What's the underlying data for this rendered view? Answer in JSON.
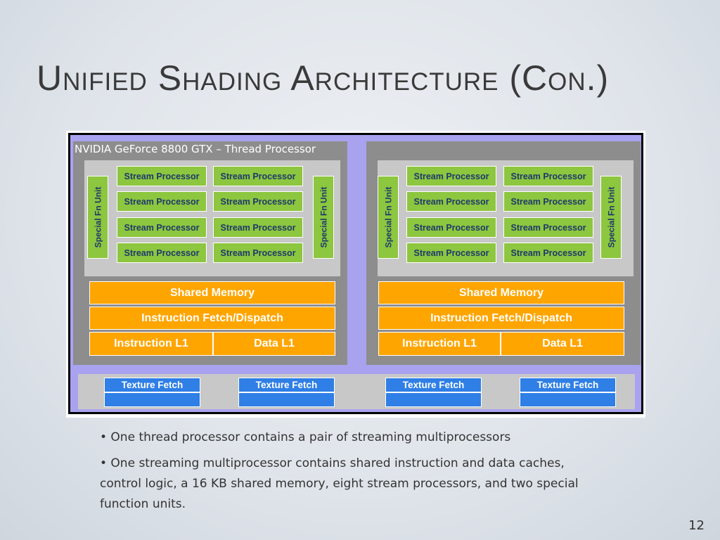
{
  "slide": {
    "title": "Unified Shading Architecture (Con.)",
    "page_number": "12"
  },
  "diagram": {
    "caption": "NVIDIA GeForce 8800 GTX – Thread Processor",
    "multiprocessors": [
      {
        "special_fn_units": [
          "Special Fn Unit",
          "Special Fn Unit"
        ],
        "stream_processors": [
          "Stream Processor",
          "Stream Processor",
          "Stream Processor",
          "Stream Processor",
          "Stream Processor",
          "Stream Processor",
          "Stream Processor",
          "Stream Processor"
        ],
        "shared_memory": "Shared Memory",
        "instruction_fetch": "Instruction Fetch/Dispatch",
        "instruction_l1": "Instruction L1",
        "data_l1": "Data L1"
      },
      {
        "special_fn_units": [
          "Special Fn Unit",
          "Special Fn Unit"
        ],
        "stream_processors": [
          "Stream Processor",
          "Stream Processor",
          "Stream Processor",
          "Stream Processor",
          "Stream Processor",
          "Stream Processor",
          "Stream Processor",
          "Stream Processor"
        ],
        "shared_memory": "Shared Memory",
        "instruction_fetch": "Instruction Fetch/Dispatch",
        "instruction_l1": "Instruction L1",
        "data_l1": "Data L1"
      }
    ],
    "texture_fetch": [
      "Texture Fetch",
      "Texture Fetch",
      "Texture Fetch",
      "Texture Fetch"
    ],
    "colors": {
      "stream_processor": "#8dc63f",
      "memory_block": "#ffa500",
      "texture_fetch": "#2f7fe6",
      "background": "#a9a2ef"
    }
  },
  "bullets": [
    "• One thread processor contains a pair of streaming multiprocessors",
    "• One streaming multiprocessor contains shared instruction and data caches,  control logic,  a 16 KB shared memory,  eight stream processors, and two special function units."
  ]
}
